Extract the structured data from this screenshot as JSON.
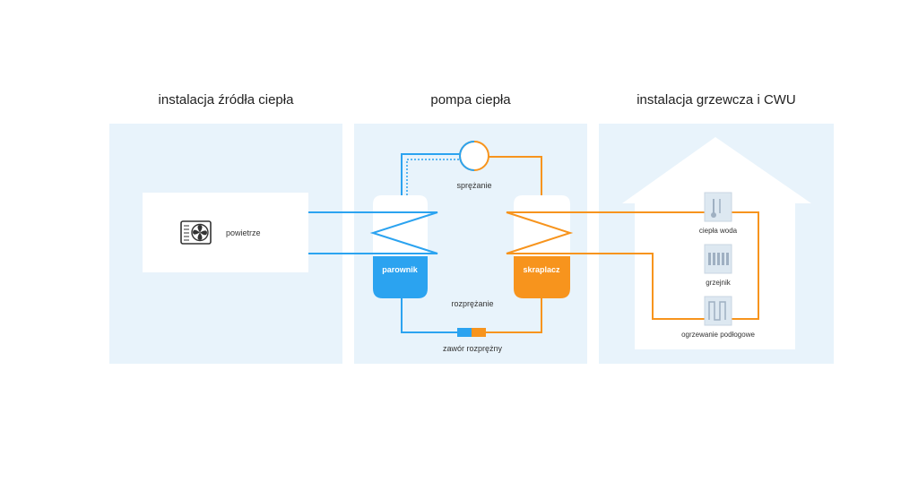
{
  "headings": {
    "source": "instalacja źródła ciepła",
    "pump": "pompa ciepła",
    "heating": "instalacja grzewcza i CWU"
  },
  "source": {
    "air_label": "powietrze",
    "icon": "fan-icon"
  },
  "pump": {
    "compression": "sprężanie",
    "expansion": "rozprężanie",
    "valve": "zawór rozprężny",
    "evaporator": "parownik",
    "condenser": "skraplacz"
  },
  "heating": {
    "hot_water": "ciepła woda",
    "radiator": "grzejnik",
    "floor_heating": "ogrzewanie podłogowe"
  },
  "colors": {
    "blue": "#2ba3f0",
    "orange": "#f7941d",
    "panel": "#e8f3fb"
  }
}
